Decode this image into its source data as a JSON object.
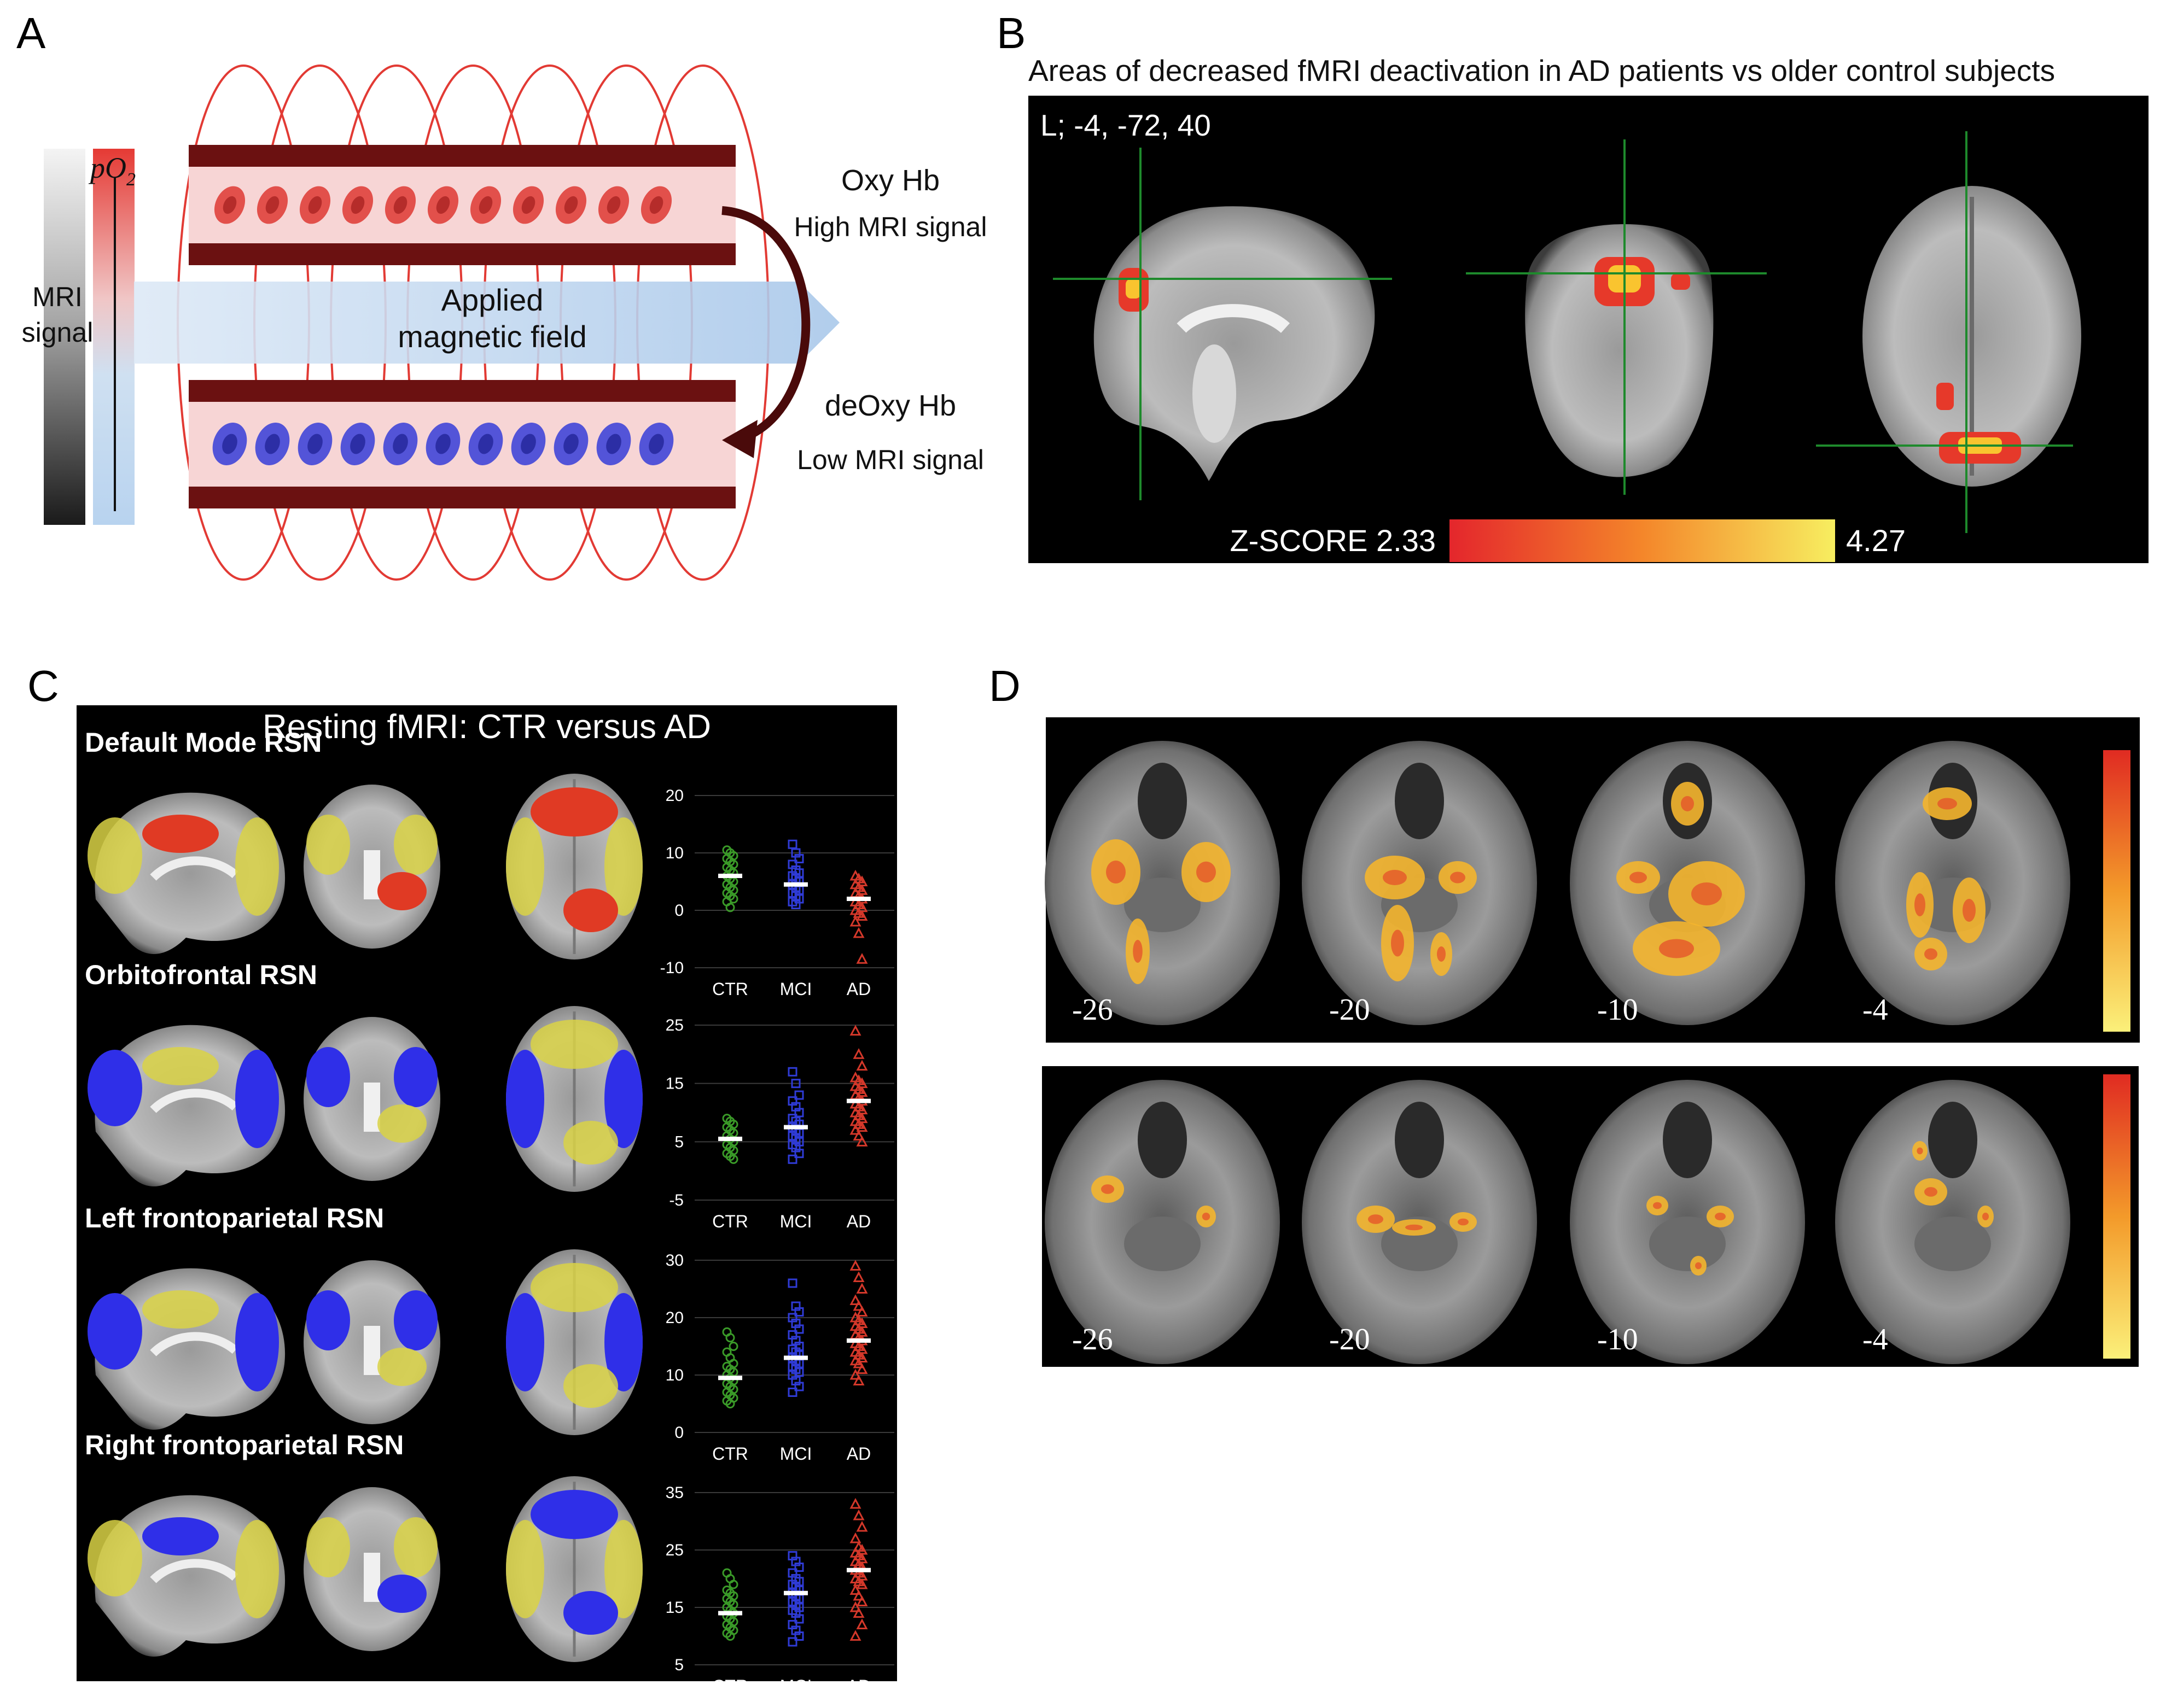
{
  "panels": {
    "a": {
      "letter": "A",
      "po2_label": "pO",
      "po2_sub": "2",
      "mri_signal_line1": "MRI",
      "mri_signal_line2": "signal",
      "field_line1": "Applied",
      "field_line2": "magnetic field",
      "oxy_label": "Oxy Hb",
      "oxy_signal": "High MRI signal",
      "deoxy_label": "deOxy Hb",
      "deoxy_signal": "Low MRI signal"
    },
    "b": {
      "letter": "B",
      "title": "Areas of decreased fMRI deactivation in AD patients vs older control subjects",
      "coords": "L; -4, -72, 40",
      "colorbar_label": "Z-SCORE 2.33",
      "colorbar_max": "4.27"
    },
    "c": {
      "letter": "C",
      "title": "Resting fMRI: CTR versus AD",
      "group_labels": [
        "CTR",
        "MCI",
        "AD"
      ]
    },
    "d": {
      "letter": "D",
      "slice_labels": [
        "-26",
        "-20",
        "-10",
        "-4"
      ]
    }
  },
  "chart_data": [
    {
      "type": "scatter",
      "title": "Default Mode RSN",
      "categories": [
        "CTR",
        "MCI",
        "AD"
      ],
      "yticks": [
        "20",
        "10",
        "0",
        "-10"
      ],
      "ylim": [
        -10,
        20
      ],
      "medians": [
        6,
        4.5,
        2
      ],
      "points": [
        [
          10.5,
          10,
          9.5,
          9,
          8.5,
          8,
          7.5,
          7,
          6.5,
          6,
          5.5,
          5,
          4.5,
          4,
          3.5,
          3,
          2.5,
          2,
          1.5,
          0.5
        ],
        [
          11.5,
          10,
          9,
          8,
          7,
          6.5,
          6,
          5.5,
          5,
          4.5,
          4,
          3.5,
          3,
          2.5,
          2,
          1.5,
          1
        ],
        [
          6,
          5.5,
          5,
          4.5,
          4,
          3.5,
          3,
          2.5,
          2,
          1.5,
          1,
          0.5,
          0,
          -0.5,
          -1,
          -2,
          -4,
          -8.5
        ]
      ],
      "colors": [
        "#3a9a28",
        "#2f3bd6",
        "#d4382a"
      ]
    },
    {
      "type": "scatter",
      "title": "Orbitofrontal RSN",
      "categories": [
        "CTR",
        "MCI",
        "AD"
      ],
      "yticks": [
        "25",
        "15",
        "5",
        "-5"
      ],
      "ylim": [
        -5,
        25
      ],
      "medians": [
        5.5,
        7.5,
        12
      ],
      "points": [
        [
          9,
          8.5,
          8,
          7.5,
          7,
          6.5,
          6,
          5.5,
          5,
          4.5,
          4,
          3.5,
          3,
          2.5,
          2
        ],
        [
          17,
          15,
          13,
          12,
          11,
          10,
          9,
          8.5,
          8,
          7.5,
          7,
          6.5,
          6,
          5.5,
          5,
          4.5,
          4,
          3,
          2
        ],
        [
          24,
          20,
          18,
          16,
          15.5,
          15,
          14.5,
          14,
          13.5,
          13,
          12.5,
          12,
          11.5,
          11,
          10.5,
          10,
          9.5,
          9,
          8.5,
          8,
          7.5,
          7,
          6,
          5
        ]
      ],
      "colors": [
        "#3a9a28",
        "#2f3bd6",
        "#d4382a"
      ]
    },
    {
      "type": "scatter",
      "title": "Left frontoparietal RSN",
      "categories": [
        "CTR",
        "MCI",
        "AD"
      ],
      "yticks": [
        "30",
        "20",
        "10",
        "0"
      ],
      "ylim": [
        0,
        30
      ],
      "medians": [
        9.5,
        13,
        16
      ],
      "points": [
        [
          17.5,
          16.5,
          15,
          14,
          13,
          12,
          11.5,
          11,
          10.5,
          10,
          9.5,
          9,
          8.5,
          8,
          7.5,
          7,
          6.5,
          6,
          5.5,
          5
        ],
        [
          26,
          22,
          21,
          20,
          19,
          18,
          17,
          16,
          15,
          14.5,
          14,
          13.5,
          13,
          12.5,
          12,
          11.5,
          11,
          10.5,
          10,
          9,
          8,
          7
        ],
        [
          29,
          27,
          25,
          23,
          22,
          21,
          20,
          19.5,
          19,
          18.5,
          18,
          17.5,
          17,
          16.5,
          16,
          15.5,
          15,
          14.5,
          14,
          13.5,
          13,
          12.5,
          12,
          11,
          10,
          9
        ]
      ],
      "colors": [
        "#3a9a28",
        "#2f3bd6",
        "#d4382a"
      ]
    },
    {
      "type": "scatter",
      "title": "Right frontoparietal RSN",
      "categories": [
        "CTR",
        "MCI",
        "AD"
      ],
      "yticks": [
        "35",
        "25",
        "15",
        "5"
      ],
      "ylim": [
        5,
        35
      ],
      "medians": [
        14,
        17.5,
        21.5
      ],
      "points": [
        [
          21,
          20,
          19,
          18,
          17.5,
          17,
          16.5,
          16,
          15.5,
          15,
          14.5,
          14,
          13.5,
          13,
          12.5,
          12,
          11.5,
          11,
          10.5,
          10
        ],
        [
          24,
          23,
          22,
          21,
          20,
          19.5,
          19,
          18.5,
          18,
          17.5,
          17,
          16.5,
          16,
          15.5,
          15,
          14.5,
          14,
          13,
          12,
          11,
          10,
          9
        ],
        [
          33,
          31,
          29,
          27,
          25.5,
          25,
          24.5,
          24,
          23.5,
          23,
          22.5,
          22,
          21.5,
          21,
          20.5,
          20,
          19.5,
          19,
          18,
          17,
          16,
          15,
          14,
          12,
          10
        ]
      ],
      "colors": [
        "#3a9a28",
        "#2f3bd6",
        "#d4382a"
      ]
    }
  ]
}
